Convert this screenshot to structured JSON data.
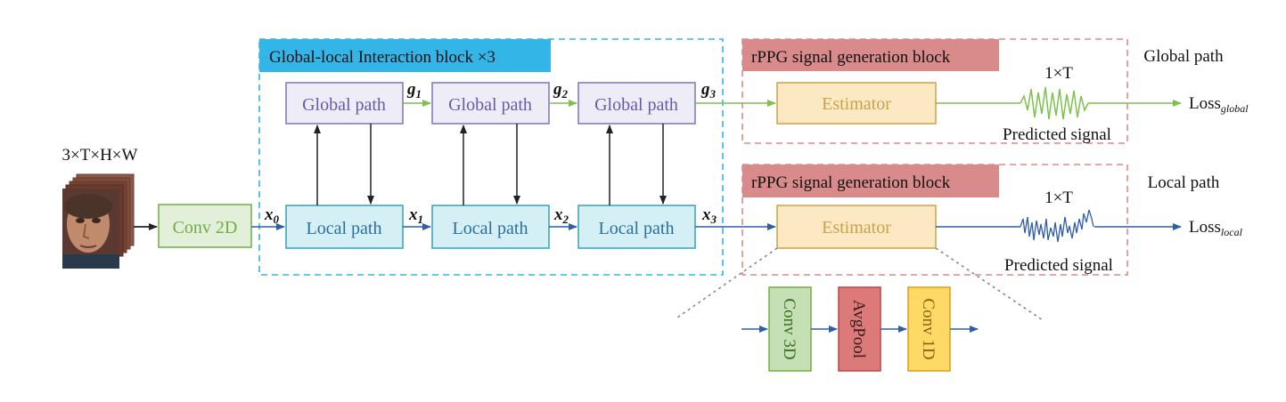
{
  "input": {
    "shape": "3×T×H×W"
  },
  "conv2d": {
    "label": "Conv 2D"
  },
  "interaction_block": {
    "title": "Global-local Interaction block ×3"
  },
  "global_path": {
    "label": "Global path"
  },
  "local_path": {
    "label": "Local path"
  },
  "features": {
    "g": [
      {
        "base": "g",
        "sub": "1"
      },
      {
        "base": "g",
        "sub": "2"
      },
      {
        "base": "g",
        "sub": "3"
      }
    ],
    "x": [
      {
        "base": "x",
        "sub": "0"
      },
      {
        "base": "x",
        "sub": "1"
      },
      {
        "base": "x",
        "sub": "2"
      },
      {
        "base": "x",
        "sub": "3"
      }
    ]
  },
  "generation_block": {
    "title": "rPPG signal generation block",
    "estimator": "Estimator",
    "dim": "1×T",
    "predicted": "Predicted signal"
  },
  "outputs": {
    "global": {
      "path_label": "Global path",
      "loss": "Loss",
      "sub": "global"
    },
    "local": {
      "path_label": "Local path",
      "loss": "Loss",
      "sub": "local"
    }
  },
  "estimator_detail": {
    "layers": [
      "Conv 3D",
      "AvgPool",
      "Conv 1D"
    ]
  },
  "colors": {
    "blue_arrow": "#2e5ea8",
    "green_arrow": "#7cc24d",
    "global_box_border": "#8074b4",
    "global_box_fill": "#eeecf6",
    "local_box_border": "#3a9fb5",
    "local_box_fill": "#d4f0f5",
    "interaction_header": "#33b5e8",
    "generation_header": "#d98b8b",
    "estimator_fill": "#fde8c4",
    "estimator_border": "#c9a24a",
    "conv_fill": "#e2efd9",
    "conv_border": "#70ad47"
  }
}
